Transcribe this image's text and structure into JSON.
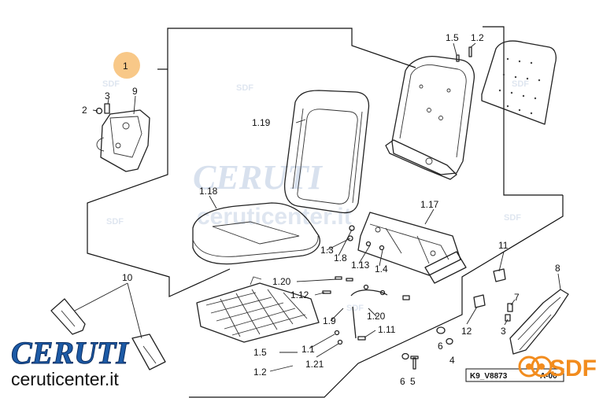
{
  "diagram": {
    "labels": {
      "p1": "1",
      "p2": "2",
      "p3a": "3",
      "p9": "9",
      "p1_5a": "1.5",
      "p1_2a": "1.2",
      "p1_19": "1.19",
      "p1_18": "1.18",
      "p1_17": "1.17",
      "p1_3": "1.3",
      "p1_8": "1.8",
      "p1_13": "1.13",
      "p1_4": "1.4",
      "p1_20a": "1.20",
      "p1_12": "1.12",
      "p1_9": "1.9",
      "p1_20b": "1.20",
      "p1_11": "1.11",
      "p1_5b": "1.5",
      "p1_1": "1.1",
      "p1_21": "1.21",
      "p1_2b": "1.2",
      "p10": "10",
      "p11": "11",
      "p8": "8",
      "p7": "7",
      "p3b": "3",
      "p12": "12",
      "p6a": "6",
      "p4": "4",
      "p6b": "6",
      "p5": "5"
    },
    "drawing_code": "K9_V8873",
    "drawing_code_suffix": "A-00"
  },
  "watermarks": {
    "brand": "CERUTI",
    "site": "ceruticenter.it",
    "small": "SDF"
  },
  "branding": {
    "ceruti_logo": "CERUTI",
    "ceruti_site": "ceruticenter.it",
    "sdf_logo": "SDF",
    "colors": {
      "ceruti_blue": "#1c5aa6",
      "sdf_orange": "#f28c1e",
      "callout_highlight": "#f5b660"
    }
  }
}
